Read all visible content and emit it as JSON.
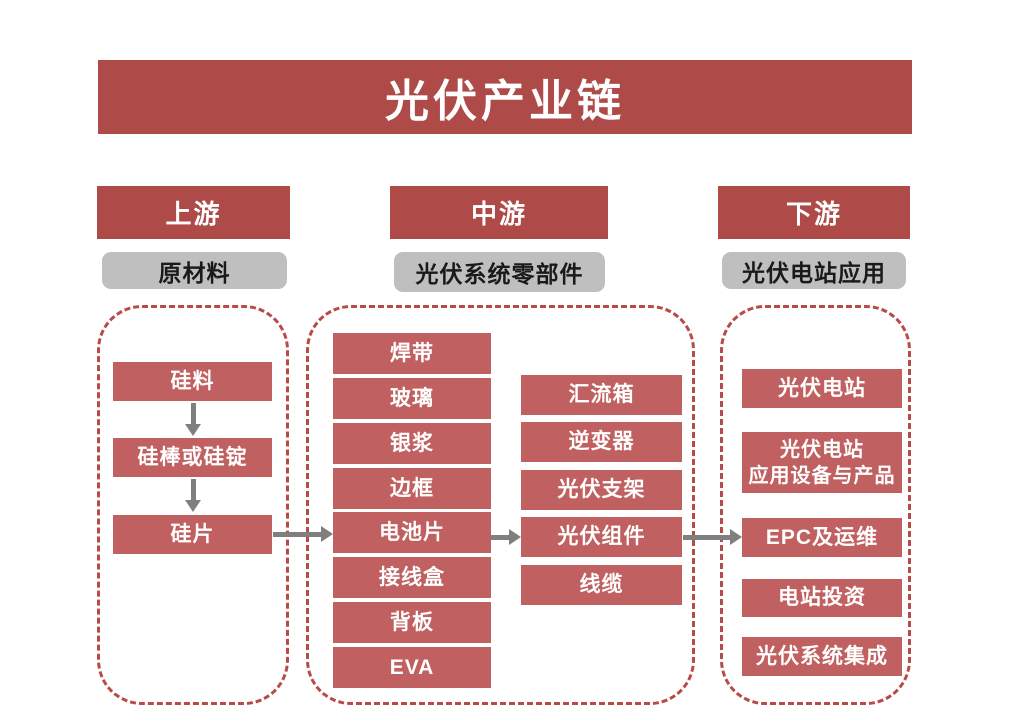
{
  "title": "光伏产业链",
  "columns": [
    {
      "id": "upstream",
      "header": "上游",
      "sublabel": "原材料",
      "items": [
        "硅料",
        "硅棒或硅锭",
        "硅片"
      ]
    },
    {
      "id": "midstream",
      "header": "中游",
      "sublabel": "光伏系统零部件",
      "stack1": [
        "焊带",
        "玻璃",
        "银浆",
        "边框",
        "电池片",
        "接线盒",
        "背板",
        "EVA"
      ],
      "stack2": [
        "汇流箱",
        "逆变器",
        "光伏支架",
        "光伏组件",
        "线缆"
      ]
    },
    {
      "id": "downstream",
      "header": "下游",
      "sublabel": "光伏电站应用",
      "items": [
        "光伏电站",
        "光伏电站\n应用设备与产品",
        "EPC及运维",
        "电站投资",
        "光伏系统集成"
      ]
    }
  ],
  "flow": {
    "vertical": [
      "硅料→硅棒或硅锭",
      "硅棒或硅锭→硅片"
    ],
    "horizontal": [
      "硅片→电池片",
      "电池片→光伏组件",
      "光伏组件→EPC及运维"
    ]
  },
  "colors": {
    "brand_red": "#ae4a47",
    "box_red": "#c06060",
    "dash_red": "#b84a47",
    "label_gray": "#bfbfbf",
    "label_text": "#1a1a1a",
    "arrow_gray": "#7f7f7f"
  }
}
